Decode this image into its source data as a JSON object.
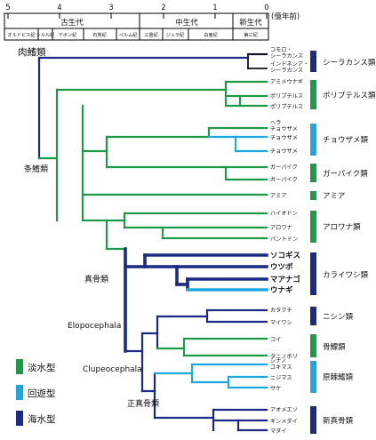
{
  "colors": {
    "freshwater": "#1d9a47",
    "migratory": "#1ea6e0",
    "marine": "#1b2a84",
    "black": "#000000"
  },
  "timeline": {
    "ticks": [
      "5",
      "4",
      "3",
      "2",
      "1",
      "0"
    ],
    "unit": "(億年前)",
    "eras": [
      "古生代",
      "中生代",
      "新生代"
    ],
    "periods": [
      "オルドビス紀",
      "シルル紀",
      "デボン紀",
      "石炭紀",
      "ペルム紀",
      "三畳紀",
      "ジュラ紀",
      "白亜紀",
      "第三紀"
    ]
  },
  "taxa": {
    "coelacanth_1a": "コモロ・",
    "coelacanth_1b": "シーラカンス",
    "coelacanth_2a": "インドネシア・",
    "coelacanth_2b": "シーラカンス",
    "bichir_1": "アミメウナギ",
    "bichir_2": "ポリプテルス",
    "bichir_3": "ポリプテルス",
    "sturgeon_1a": "ヘラ",
    "sturgeon_1b": "チョウザメ",
    "sturgeon_2": "チョウザメ",
    "sturgeon_3": "チョウザメ",
    "gar_1": "ガーパイク",
    "gar_2": "ガーパイク",
    "bowfin": "アミア",
    "osteo_1": "ハイオドン",
    "osteo_2": "アロワナ",
    "osteo_3": "パントドン",
    "eel_1": "ソコギス",
    "eel_2": "ウツボ",
    "eel_3": "マアナゴ",
    "eel_4": "ウナギ",
    "herring_1": "カタクチ",
    "herring_2": "マイワシ",
    "ostario_1": "コイ",
    "ostario_2": "タニノボリ",
    "proto_1a": "シナノ",
    "proto_1b": "ユキマス",
    "proto_2": "ニジマス",
    "proto_3": "サケ",
    "neo_1": "アオメエソ",
    "neo_2": "ギンメダイ",
    "neo_3": "マダイ"
  },
  "groups": {
    "coelacanth": "シーラカンス類",
    "bichir": "ポリプテルス類",
    "sturgeon": "チョウザメ類",
    "gar": "ガーパイク類",
    "bowfin": "アミア",
    "osteoglossum": "アロワナ類",
    "eel": "カライワシ類",
    "herring": "ニシン類",
    "ostariophysi": "骨鰾類",
    "protacanth": "原棘鰭類",
    "neoteleost": "新真骨類"
  },
  "nodes": {
    "sarcopterygii": "肉鰭類",
    "actinopterygii": "条鰭類",
    "teleostei": "真骨類",
    "elopocephala": "Elopocephala",
    "clupeocephala": "Clupeocephala",
    "euteleostei": "正真骨類"
  },
  "legend": {
    "freshwater": "淡水型",
    "migratory": "回遊型",
    "marine": "海水型"
  }
}
